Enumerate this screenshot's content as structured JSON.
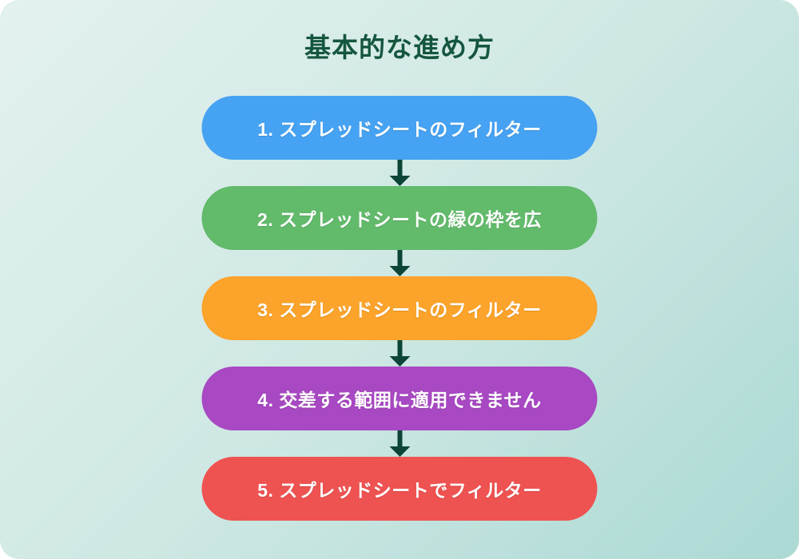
{
  "title": "基本的な進め方",
  "colors": {
    "title": "#15563F",
    "arrow": "#0C4537",
    "bg_from": "#E3F1EF",
    "bg_mid": "#CFE8E4",
    "bg_to": "#ABD9D4"
  },
  "steps": [
    {
      "label": "1. スプレッドシートのフィルター",
      "color": "#46A2F2"
    },
    {
      "label": "2. スプレッドシートの緑の枠を広",
      "color": "#62BA6B"
    },
    {
      "label": "3. スプレッドシートのフィルター",
      "color": "#FBA32A"
    },
    {
      "label": "4. 交差する範囲に適用できません",
      "color": "#A848C2"
    },
    {
      "label": "5. スプレッドシートでフィルター",
      "color": "#EE5351"
    }
  ]
}
